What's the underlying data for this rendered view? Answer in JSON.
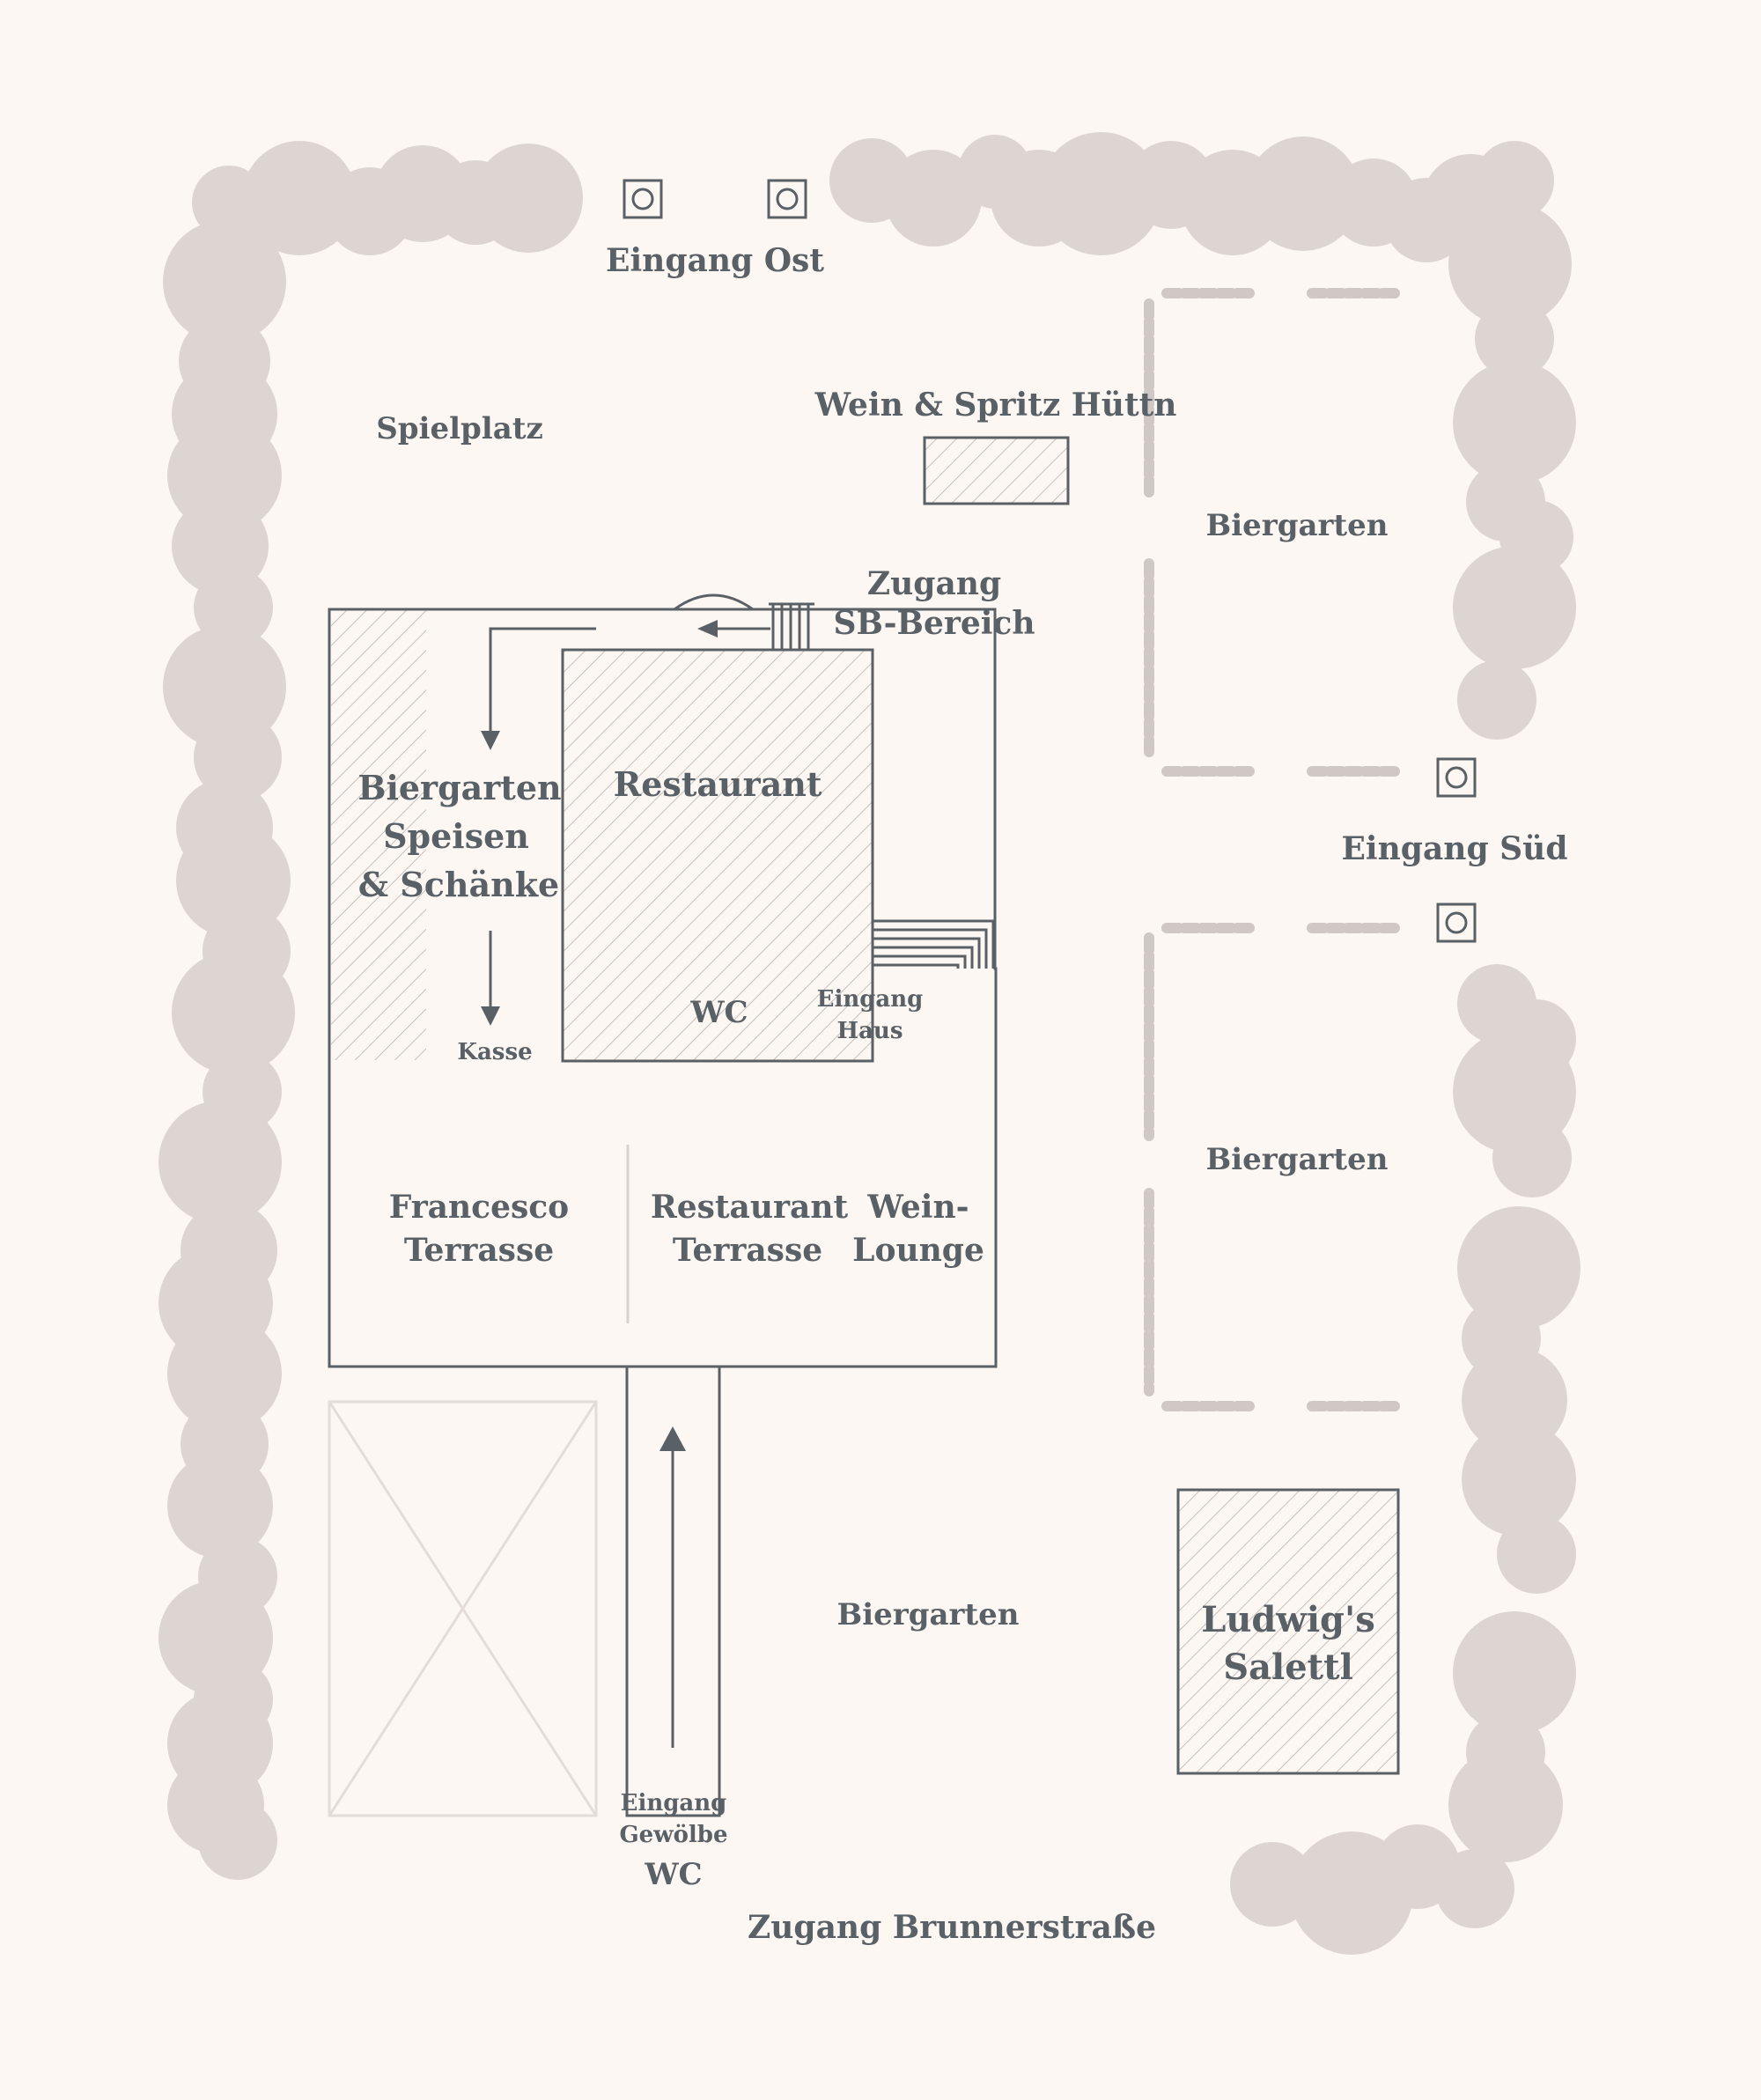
{
  "colors": {
    "background": "#fdf7f4",
    "hedge": "#ddd5d2",
    "line": "#5a6166",
    "hatch": "#c7c0bd",
    "fence": "#cfc8c5",
    "faint": "#e3dcd9"
  },
  "labels": {
    "eingang_ost": "Eingang Ost",
    "spielplatz": "Spielplatz",
    "wein_spritz": "Wein & Spritz Hüttn",
    "biergarten_top": "Biergarten",
    "zugang_sb_1": "Zugang",
    "zugang_sb_2": "SB-Bereich",
    "biergarten_speisen_1": "Biergarten",
    "biergarten_speisen_2": "Speisen",
    "biergarten_speisen_3": "& Schänke",
    "restaurant": "Restaurant",
    "eingang_sued": "Eingang Süd",
    "wc_haus": "WC",
    "eingang_haus_1": "Eingang",
    "eingang_haus_2": "Haus",
    "kasse": "Kasse",
    "biergarten_middle": "Biergarten",
    "francesco_1": "Francesco",
    "francesco_2": "Terrasse",
    "restaurant_terrasse_1": "Restaurant",
    "restaurant_terrasse_2": "Terrasse",
    "wein_lounge_1": "Wein-",
    "wein_lounge_2": "Lounge",
    "biergarten_bottom": "Biergarten",
    "ludwigs_1": "Ludwig's",
    "ludwigs_2": "Salettl",
    "eingang_gewoelbe_1": "Eingang",
    "eingang_gewoelbe_2": "Gewölbe",
    "wc_gewoelbe": "WC",
    "zugang_brunner": "Zugang Brunnerstraße"
  }
}
